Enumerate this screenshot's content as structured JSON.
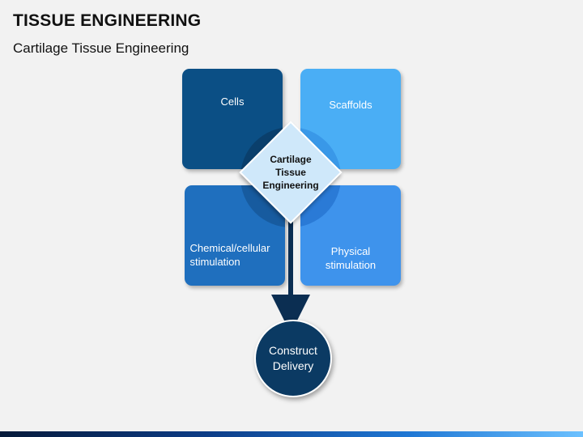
{
  "header": {
    "title": "TISSUE ENGINEERING",
    "subtitle": "Cartilage Tissue Engineering"
  },
  "diagram": {
    "quadrants": {
      "top_left": "Cells",
      "top_right": "Scaffolds",
      "bottom_left_line1": "Chemical/cellular",
      "bottom_left_line2": "stimulation",
      "bottom_right_line1": "Physical",
      "bottom_right_line2": "stimulation"
    },
    "center": {
      "line1": "Cartilage",
      "line2": "Tissue",
      "line3": "Engineering"
    },
    "output": {
      "line1": "Construct",
      "line2": "Delivery"
    }
  },
  "colors": {
    "cells": "#0b4f85",
    "scaffolds": "#4aaef5",
    "chemical": "#1f6fbe",
    "physical": "#3e93ec",
    "center": "#cfe8fa",
    "delivery": "#0b3a63"
  }
}
